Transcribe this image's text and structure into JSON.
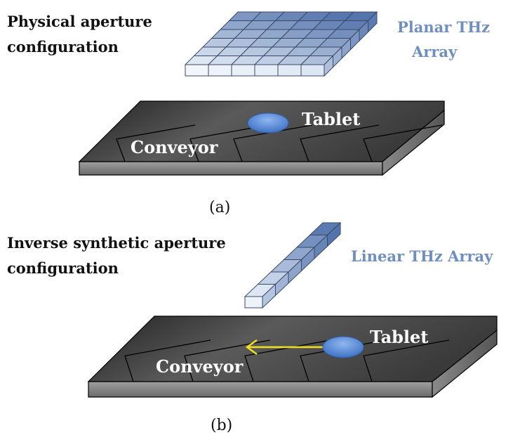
{
  "panel_a": {
    "heading_line1": "Physical aperture",
    "heading_line2": "configuration",
    "array_label_line1": "Planar THz",
    "array_label_line2": "Array",
    "object_label": "Tablet",
    "belt_label": "Conveyor",
    "caption": "(a)"
  },
  "panel_b": {
    "heading_line1": "Inverse synthetic aperture",
    "heading_line2": "configuration",
    "array_label": "Linear THz Array",
    "object_label": "Tablet",
    "belt_label": "Conveyor",
    "caption": "(b)"
  },
  "colors": {
    "array_label": "#6f8fc0",
    "array_dark": "#5474ad",
    "array_light": "#dde7f4",
    "belt_top": "#4a4a4a",
    "belt_side": "#8c8c8c",
    "tablet": "#5b8ddb",
    "motion_arrow": "#f0e020",
    "text_white": "#ffffff"
  },
  "planar_array": {
    "rows": 6,
    "cols": 6
  },
  "linear_array": {
    "elements": 6
  }
}
